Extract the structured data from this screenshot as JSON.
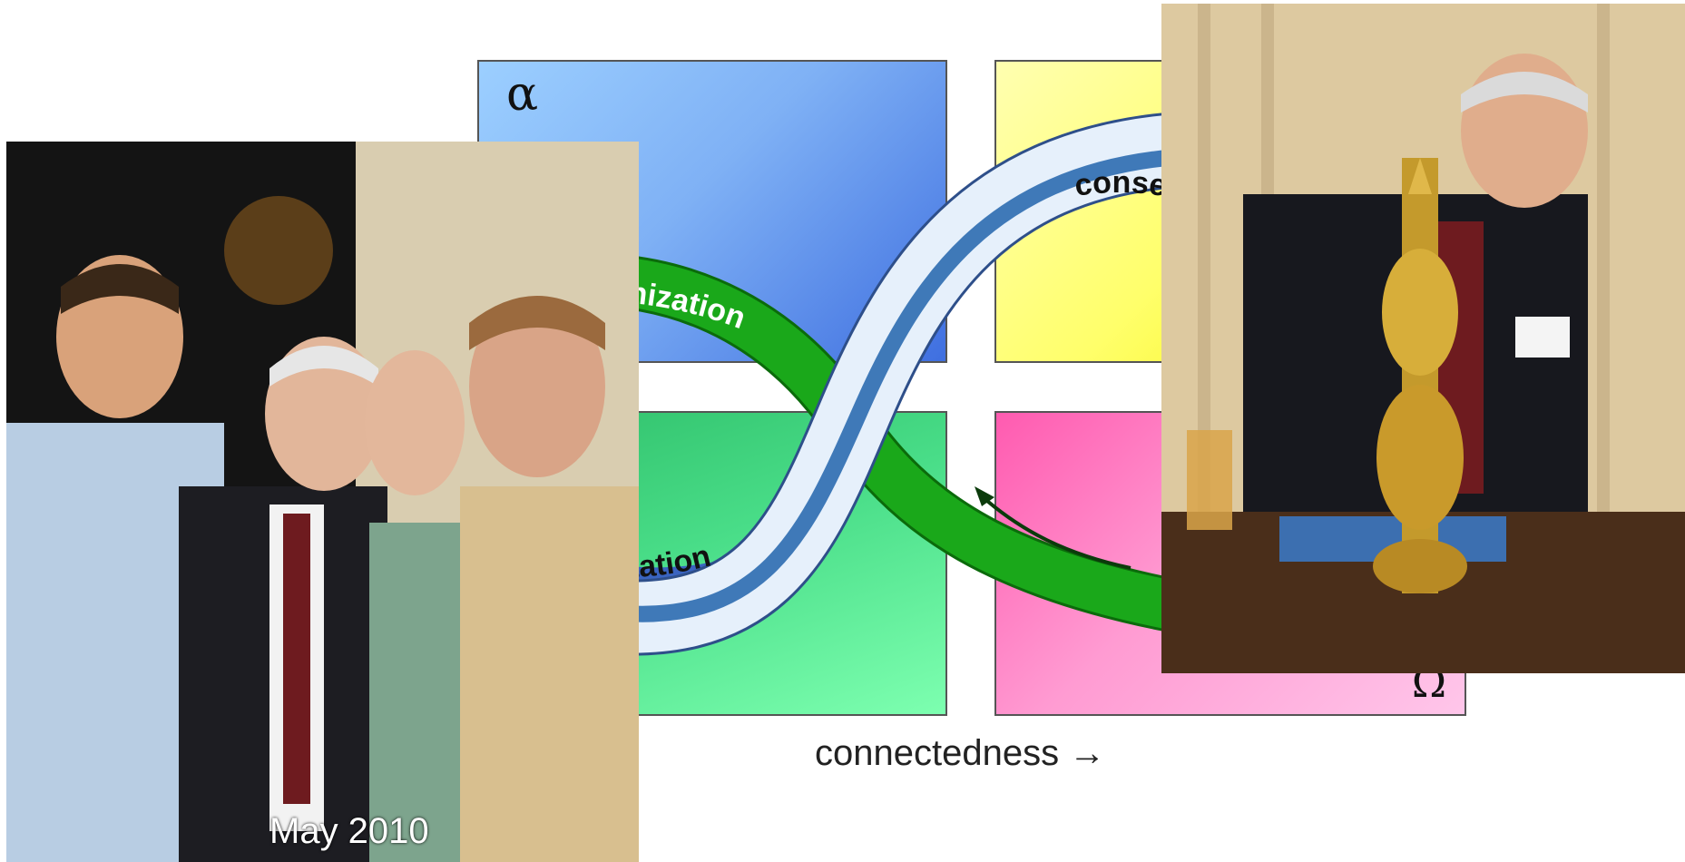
{
  "diagram": {
    "alpha_glyph": "α",
    "omega_glyph": "Ω",
    "axis_label": "connectedness →",
    "reorganization_label": "reorganization",
    "exploitation_label": "exploitation",
    "conservation_label": "conservation",
    "colors": {
      "alpha": "#7fb1f5",
      "k": "#ffff6a",
      "r": "#49dd88",
      "omega": "#ff9bd2",
      "band_green": "#1aa81a",
      "band_blue": "#3f79b8"
    }
  },
  "photos": {
    "left": {
      "caption": "May 2010"
    },
    "right": {}
  }
}
